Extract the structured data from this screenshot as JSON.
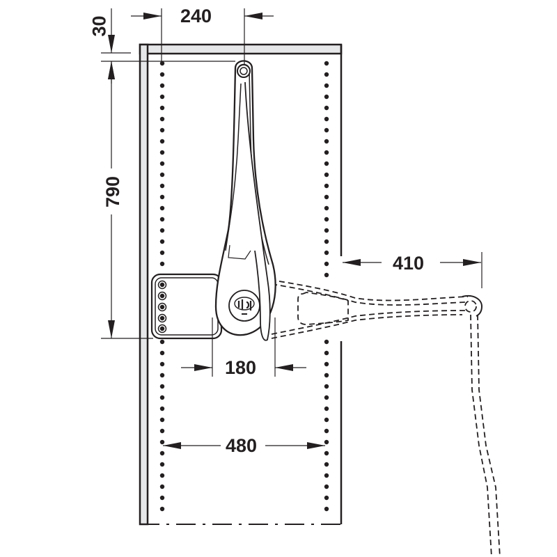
{
  "drawing": {
    "title": "Wardrobe lift (pull-down clothes rail) installation dimensions",
    "units": "mm",
    "colors": {
      "line": "#231f20",
      "panel_fill": "#e6e7e8",
      "background": "#ffffff"
    }
  },
  "dimensions": {
    "top_offset": {
      "label": "30",
      "orientation": "vertical"
    },
    "pivot_from_side": {
      "label": "240",
      "orientation": "horizontal"
    },
    "height": {
      "label": "790",
      "orientation": "vertical"
    },
    "projection": {
      "label": "410",
      "orientation": "horizontal"
    },
    "bracket_depth": {
      "label": "180",
      "orientation": "horizontal"
    },
    "hole_row_spacing": {
      "label": "480",
      "orientation": "horizontal"
    }
  },
  "parts": [
    {
      "name": "cabinet-side-panel"
    },
    {
      "name": "cabinet-top-panel"
    },
    {
      "name": "system-hole-rows"
    },
    {
      "name": "lift-arm-retracted"
    },
    {
      "name": "mounting-bracket"
    },
    {
      "name": "lift-arm-extended-dashed"
    },
    {
      "name": "rail-lowered-dashed"
    }
  ]
}
